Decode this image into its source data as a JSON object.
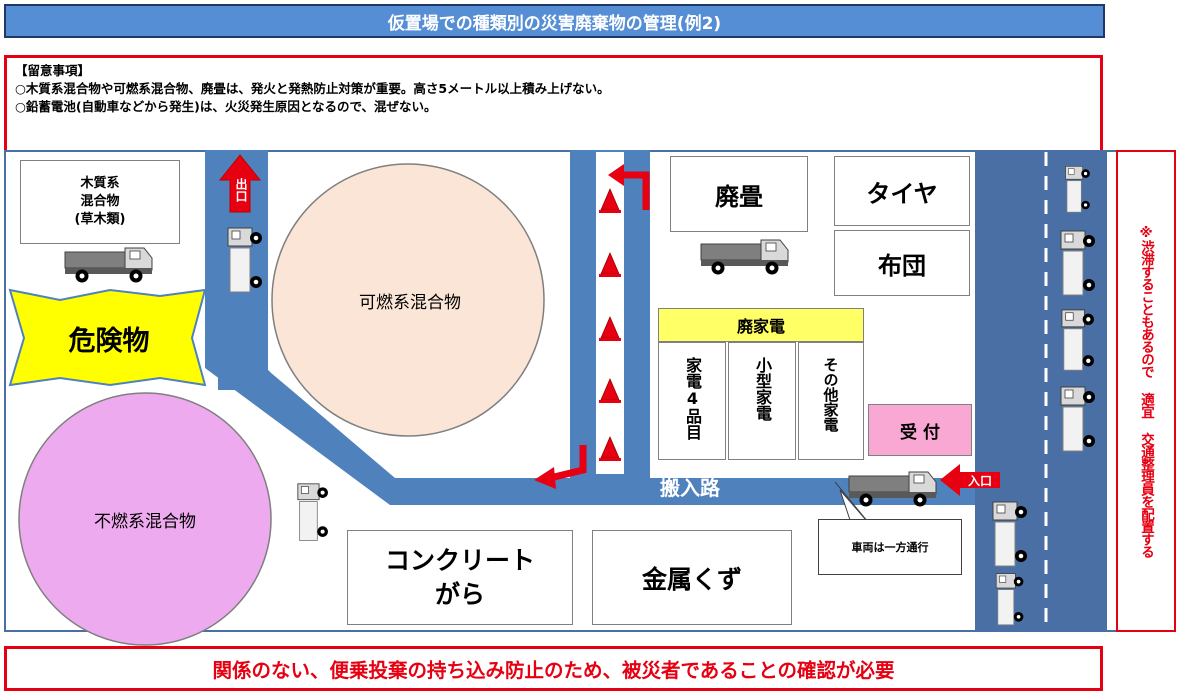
{
  "title": "仮置場での種類別の災害廃棄物の管理(例2)",
  "notes": {
    "heading": "【留意事項】",
    "line1": "○木質系混合物や可燃系混合物、廃畳は、発火と発熱防止対策が重要。高さ5メートル以上積み上げない。",
    "line2": "○鉛蓄電池(自動車などから発生)は、火災発生原因となるので、混ぜない。"
  },
  "zones": {
    "wood": "木質系\n混合物\n(草木類)",
    "hazardous": "危険物",
    "combustible": "可燃系混合物",
    "noncombustible": "不燃系混合物",
    "tatami": "廃畳",
    "tire": "タイヤ",
    "futon": "布団",
    "appliances_header": "廃家電",
    "appliances_4": "家電4品目",
    "small_appliances": "小型家電",
    "other_appliances": "その他家電",
    "reception": "受 付",
    "concrete": "コンクリート\nがら",
    "metal": "金属くず"
  },
  "road": {
    "label": "搬入路",
    "exit": "出口",
    "entrance": "入口"
  },
  "callout": "車両は一方通行",
  "side_note": "※渋滞することもあるので 適宜 交通整理員を配置する",
  "bottom_note": "関係のない、便乗投棄の持ち込み防止のため、被災者であることの確認が必要"
}
